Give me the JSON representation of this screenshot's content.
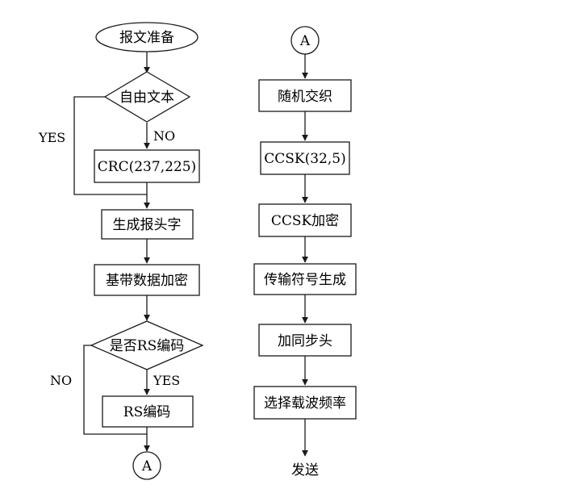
{
  "nodes": {
    "start": "报文准备",
    "decision_text": "自由文本",
    "crc": "CRC(237,225)",
    "gen_header": "生成报头字",
    "baseband_encrypt": "基带数据加密",
    "decision_rs": "是否RS编码",
    "rs_encode": "RS编码",
    "connector_bottom": "A",
    "connector_top": "A",
    "interleave": "随机交织",
    "ccsk": "CCSK(32,5)",
    "ccsk_encrypt": "CCSK加密",
    "symbol_gen": "传输符号生成",
    "sync_header": "加同步头",
    "carrier_select": "选择载波频率",
    "send": "发送"
  },
  "edge_labels": {
    "text_yes": "YES",
    "text_no": "NO",
    "rs_no": "NO",
    "rs_yes": "YES"
  }
}
